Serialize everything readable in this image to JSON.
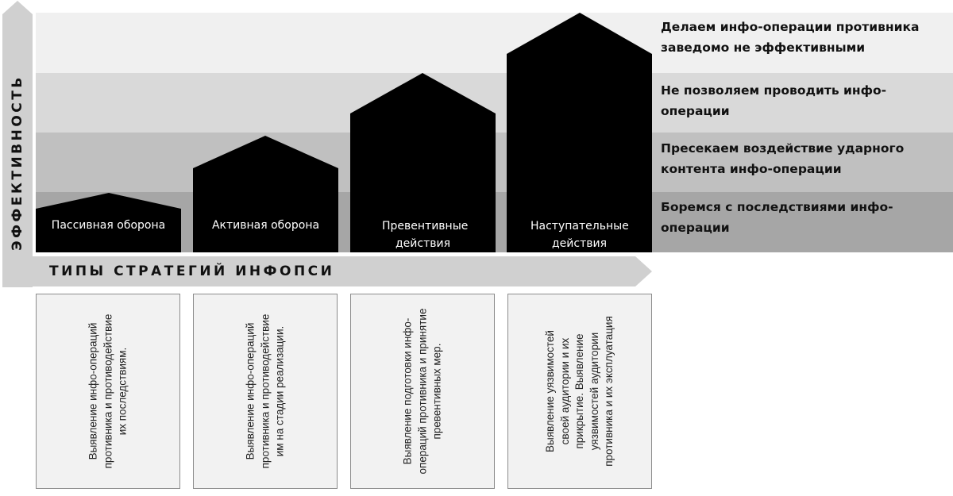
{
  "axes": {
    "y_label": "ЭФФЕКТИВНОСТЬ",
    "x_label": "ТИПЫ СТРАТЕГИЙ ИНФОПСИ",
    "arrow_color": "#d0d0d0"
  },
  "levels": [
    {
      "label": "Делаем инфо-операции противника заведомо не эффективными",
      "color": "#f0f0f0"
    },
    {
      "label": "Не позволяем проводить инфо-операции",
      "color": "#d9d9d9"
    },
    {
      "label": "Пресекаем воздействие ударного контента инфо-операции",
      "color": "#c0c0c0"
    },
    {
      "label": "Боремся с последствиями инфо-операции",
      "color": "#a6a6a6"
    }
  ],
  "strategies": [
    {
      "label": "Пассивная оборона",
      "level": 1,
      "description": "Выявление инфо-операций противника и противодействие их последствиям."
    },
    {
      "label": "Активная оборона",
      "level": 2,
      "description": "Выявление инфо-операций противника и противодействие им на стадии реализации."
    },
    {
      "label": "Превентивные действия",
      "level": 3,
      "description": "Выявление подготовки инфо-операций противника и принятие превентивных мер."
    },
    {
      "label": "Наступательные действия",
      "level": 4,
      "description": "Выявление уязвимостей своей аудитории и их прикрытие. Выявление уязвимостей аудитории противника и их эксплуатация"
    }
  ],
  "colors": {
    "house": "#000000",
    "box_bg": "#f2f2f2",
    "box_border": "#8c8c8c"
  }
}
